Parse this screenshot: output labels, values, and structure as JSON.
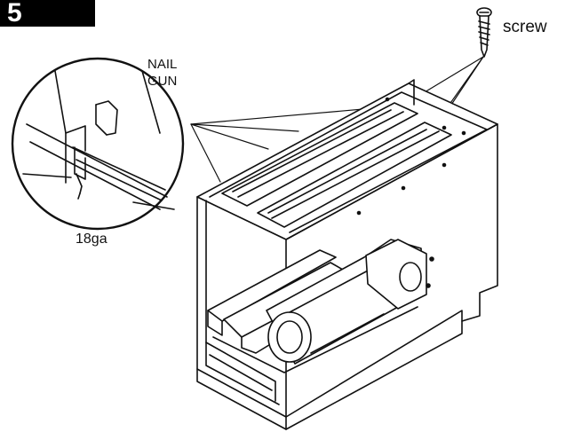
{
  "step": {
    "number": "5"
  },
  "labels": {
    "screw": "screw",
    "nail_gun_line1": "NAIL",
    "nail_gun_line2": "GUN",
    "gauge": "18ga"
  },
  "colors": {
    "ink": "#111111",
    "badge": "#000000",
    "background": "#ffffff"
  },
  "icons": [
    "screw-icon",
    "nail-gun-detail-icon",
    "air-handler-cabinet-icon"
  ]
}
